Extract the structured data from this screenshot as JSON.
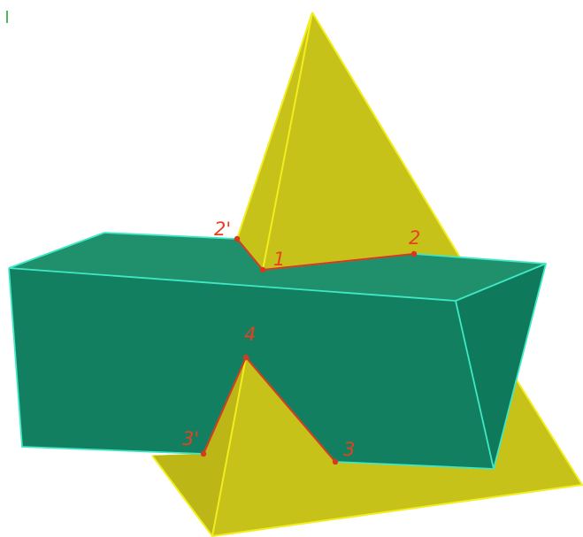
{
  "colors": {
    "pyramid_face": "#c7c21a",
    "pyramid_face_dark": "#bcb716",
    "pyramid_edge": "#f2ee1e",
    "prism_top": "#1f8f6c",
    "prism_front": "#128060",
    "prism_side": "#0e7a5b",
    "prism_edge": "#3fe8c4",
    "intersection_line": "#d8381f",
    "label": "#e8401f",
    "corner_mark": "#4fb85a"
  },
  "points": [
    {
      "id": "p1",
      "label": "1"
    },
    {
      "id": "p2",
      "label": "2"
    },
    {
      "id": "p2p",
      "label": "2'"
    },
    {
      "id": "p3",
      "label": "3"
    },
    {
      "id": "p3p",
      "label": "3'"
    },
    {
      "id": "p4",
      "label": "4"
    }
  ]
}
